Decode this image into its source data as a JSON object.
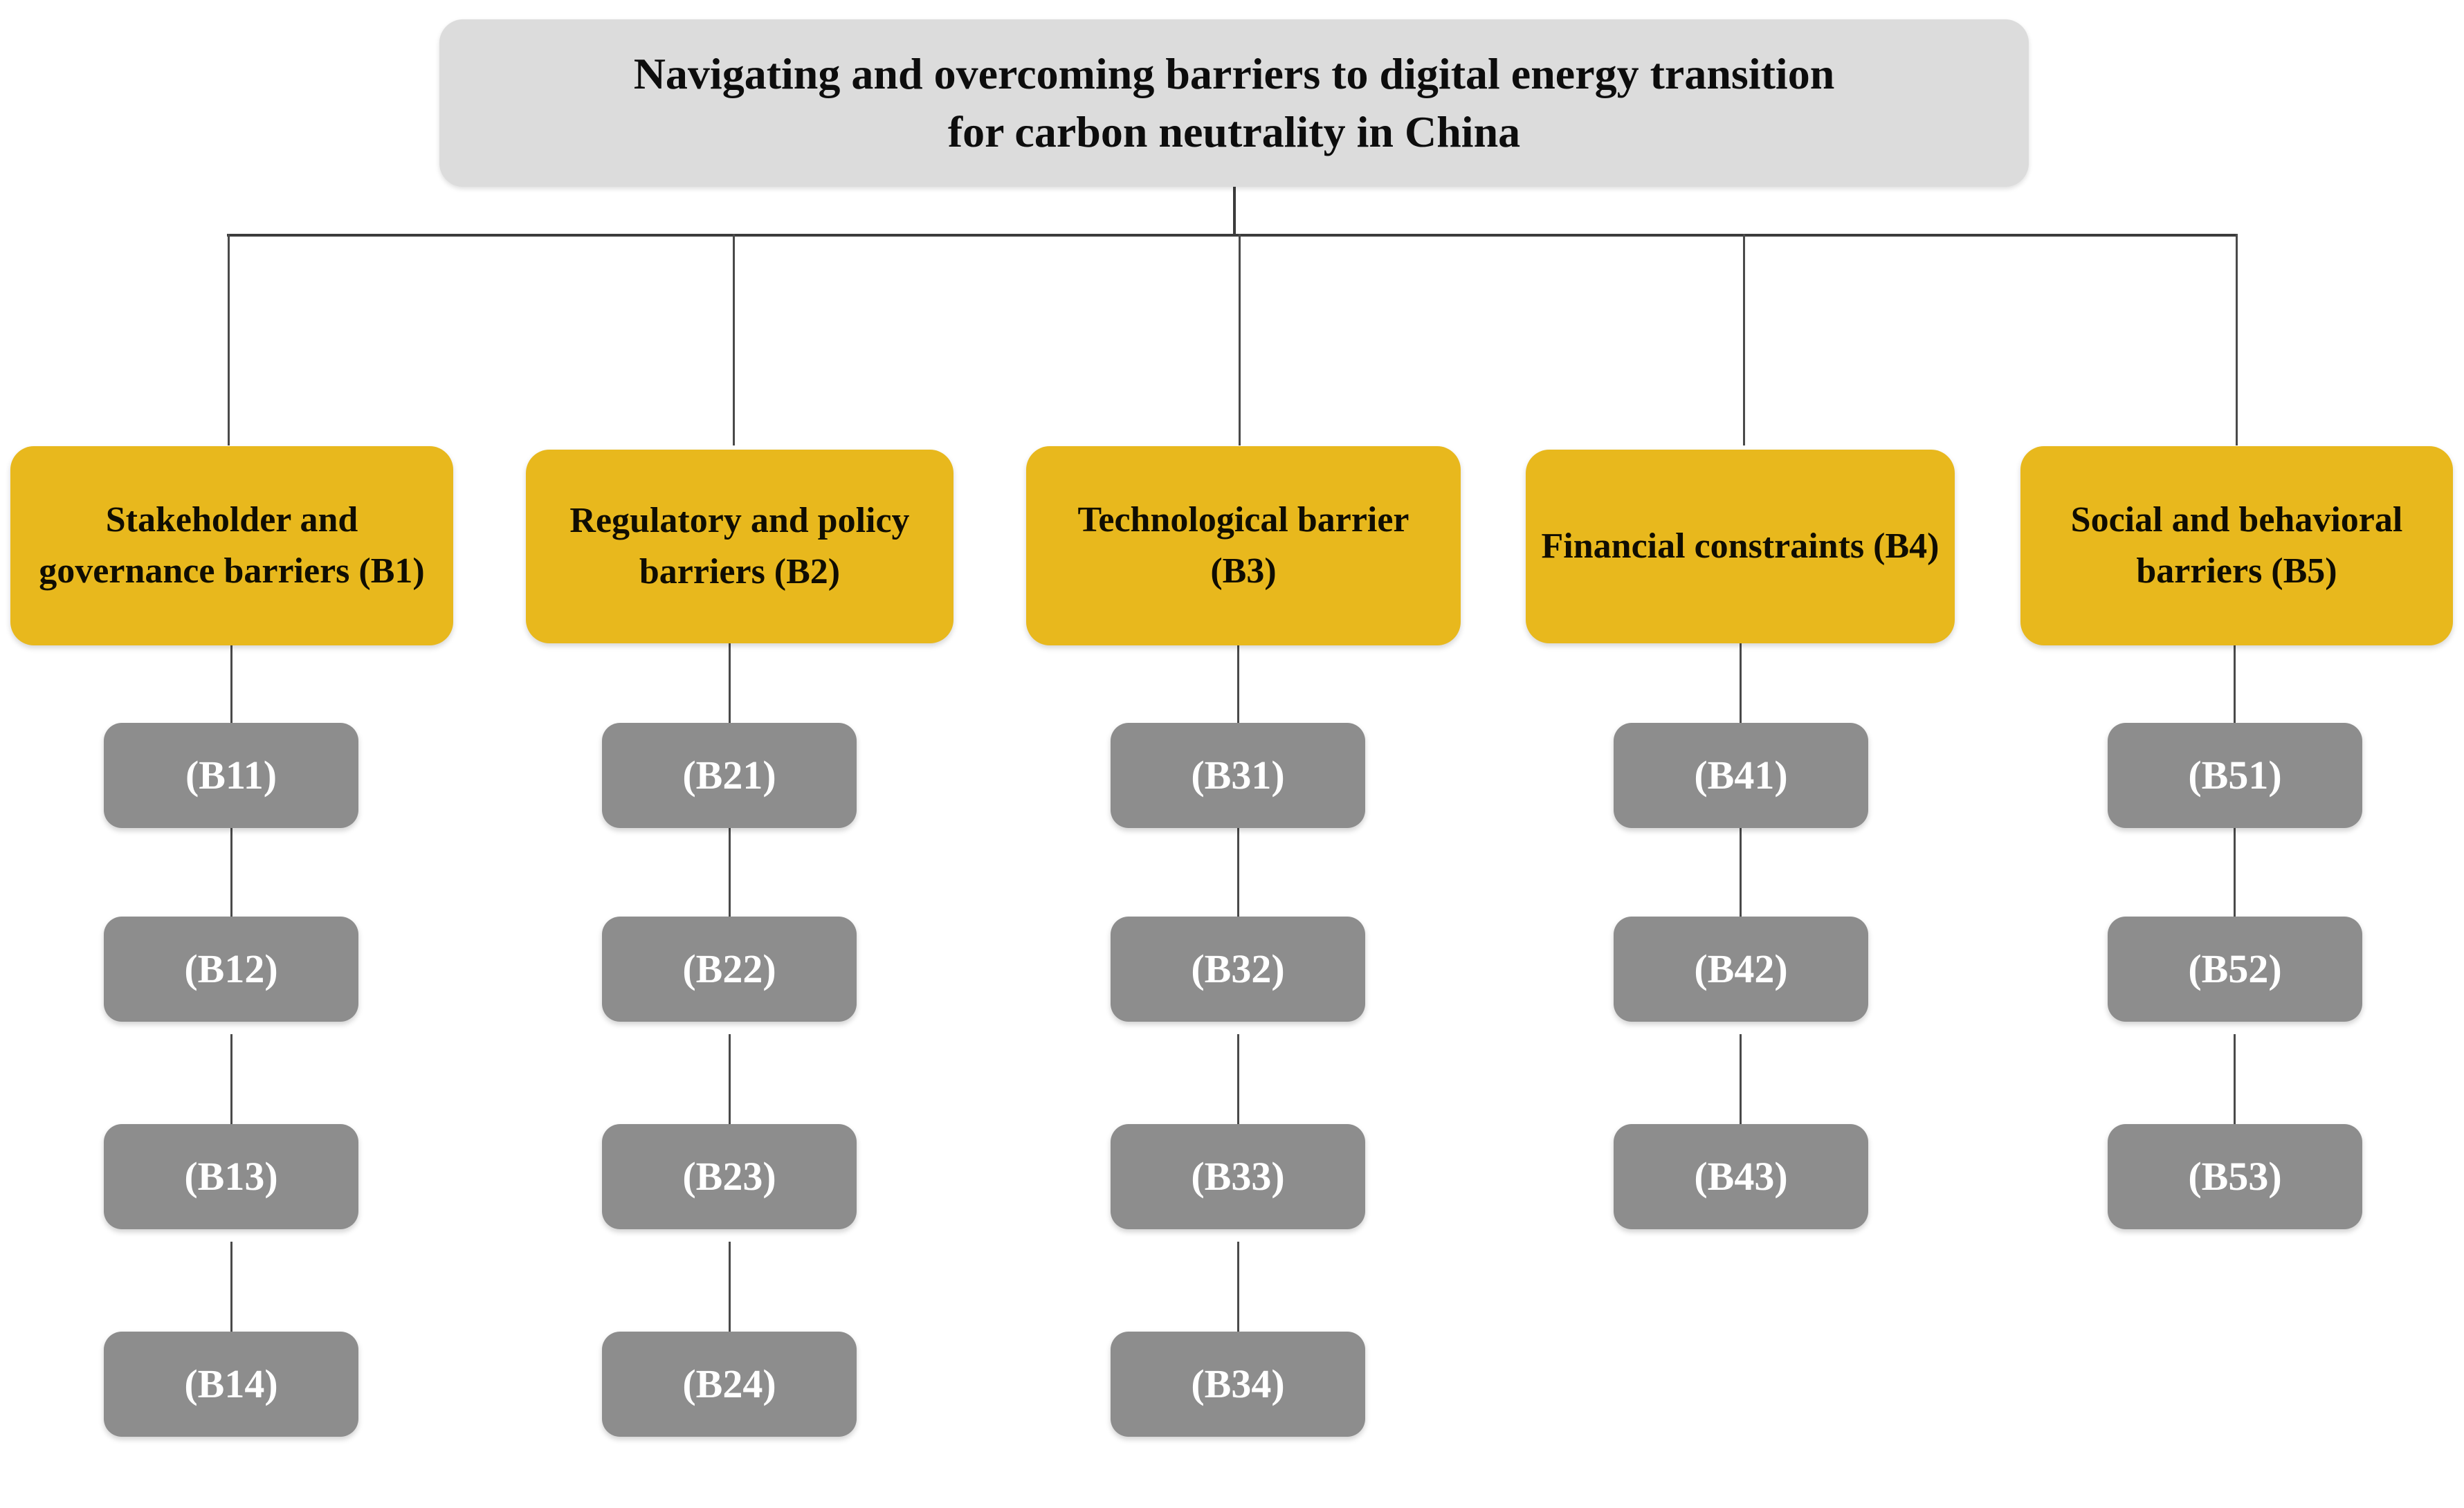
{
  "diagram": {
    "type": "hierarchy-tree",
    "root": {
      "id": "root",
      "label": "Navigating and overcoming barriers to digital energy transition for carbon neutrality in China",
      "line1": "Navigating and overcoming barriers to digital energy transition",
      "line2": "for carbon neutrality in China",
      "fill": "#dcdcdc",
      "text_color": "#0d0d0d"
    },
    "colors": {
      "root_fill": "#dcdcdc",
      "category_fill": "#e8b81d",
      "sub_fill": "#8d8d8d",
      "connector": "#3c3c3c",
      "background": "#ffffff",
      "category_text": "#100d02",
      "sub_text": "#ffffff"
    },
    "categories": [
      {
        "id": "B1",
        "label": "Stakeholder and governance barriers (B1)",
        "children": [
          {
            "id": "B11",
            "label": "(B11)"
          },
          {
            "id": "B12",
            "label": "(B12)"
          },
          {
            "id": "B13",
            "label": "(B13)"
          },
          {
            "id": "B14",
            "label": "(B14)"
          }
        ]
      },
      {
        "id": "B2",
        "label": "Regulatory and policy barriers (B2)",
        "children": [
          {
            "id": "B21",
            "label": "(B21)"
          },
          {
            "id": "B22",
            "label": "(B22)"
          },
          {
            "id": "B23",
            "label": "(B23)"
          },
          {
            "id": "B24",
            "label": "(B24)"
          }
        ]
      },
      {
        "id": "B3",
        "label": "Technological barrier (B3)",
        "children": [
          {
            "id": "B31",
            "label": "(B31)"
          },
          {
            "id": "B32",
            "label": "(B32)"
          },
          {
            "id": "B33",
            "label": "(B33)"
          },
          {
            "id": "B34",
            "label": "(B34)"
          }
        ]
      },
      {
        "id": "B4",
        "label": "Financial constraints (B4)",
        "children": [
          {
            "id": "B41",
            "label": "(B41)"
          },
          {
            "id": "B42",
            "label": "(B42)"
          },
          {
            "id": "B43",
            "label": "(B43)"
          }
        ]
      },
      {
        "id": "B5",
        "label": "Social and behavioral barriers (B5)",
        "children": [
          {
            "id": "B51",
            "label": "(B51)"
          },
          {
            "id": "B52",
            "label": "(B52)"
          },
          {
            "id": "B53",
            "label": "(B53)"
          }
        ]
      }
    ]
  }
}
